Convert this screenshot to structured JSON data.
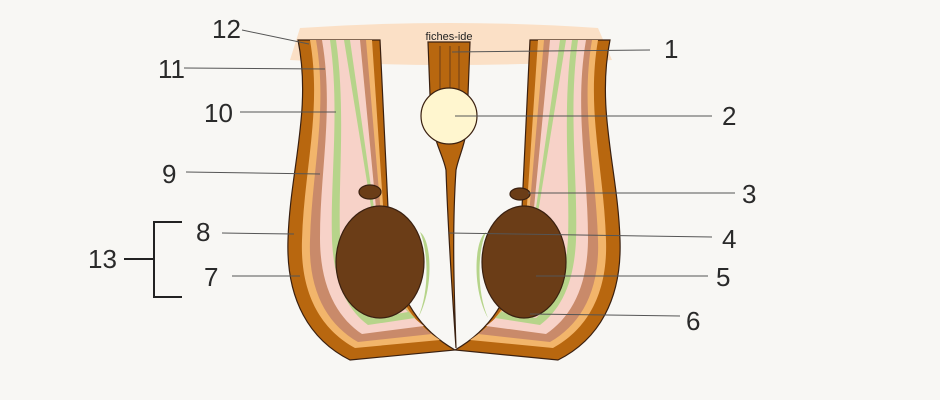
{
  "watermark": "fiches-ide",
  "labels": {
    "l1": "1",
    "l2": "2",
    "l3": "3",
    "l4": "4",
    "l5": "5",
    "l6": "6",
    "l7": "7",
    "l8": "8",
    "l9": "9",
    "l10": "10",
    "l11": "11",
    "l12": "12",
    "l13": "13"
  },
  "colors": {
    "background": "#f8f7f4",
    "skin": "#fbe0c6",
    "dartos": "#b8670f",
    "fascia": "#f2b56b",
    "cremaster": "#c98a6a",
    "tunica_vaginalis": "#f7d2c8",
    "visceral_layer": "#b6d48a",
    "testis": "#6b3d17",
    "spermatic_cord": "#fff6cf"
  }
}
